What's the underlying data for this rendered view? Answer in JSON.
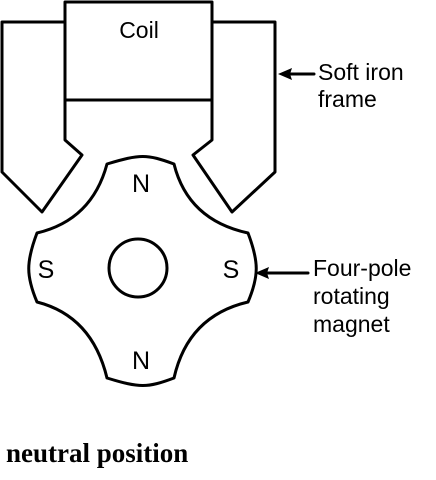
{
  "labels": {
    "coil": "Coil",
    "frame_line1": "Soft iron",
    "frame_line2": "frame",
    "magnet_line1": "Four-pole",
    "magnet_line2": "rotating",
    "magnet_line3": "magnet"
  },
  "poles": {
    "top": "N",
    "bottom": "N",
    "left": "S",
    "right": "S"
  },
  "caption": "neutral position"
}
